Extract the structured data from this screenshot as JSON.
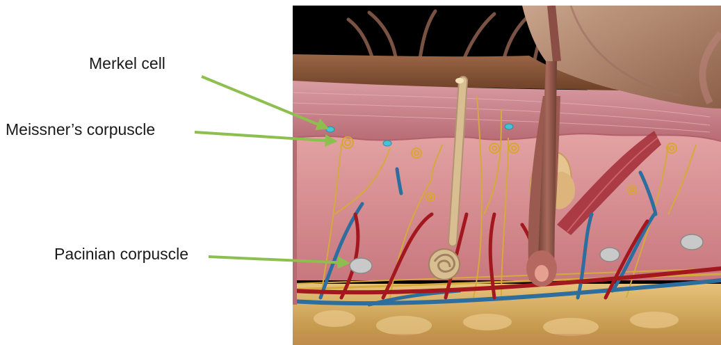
{
  "labels": {
    "merkel": "Merkel cell",
    "meissner": "Meissner’s corpuscle",
    "pacinian": "Pacinian corpuscle"
  },
  "colors": {
    "arrow": "#8dbf4f",
    "background": "#000000",
    "epidermis": "#c97f86",
    "dermis": "#d88e91",
    "stratum_corneum": "#8a5a3c",
    "hypodermis": "#d7b25a",
    "artery": "#a3171f",
    "vein": "#2d6e9e",
    "nerve": "#d4aa3a",
    "merkel_cell": "#49c0d6",
    "pacinian": "#c9c9c9"
  },
  "icons": {
    "arrow": "arrow-right-icon"
  }
}
